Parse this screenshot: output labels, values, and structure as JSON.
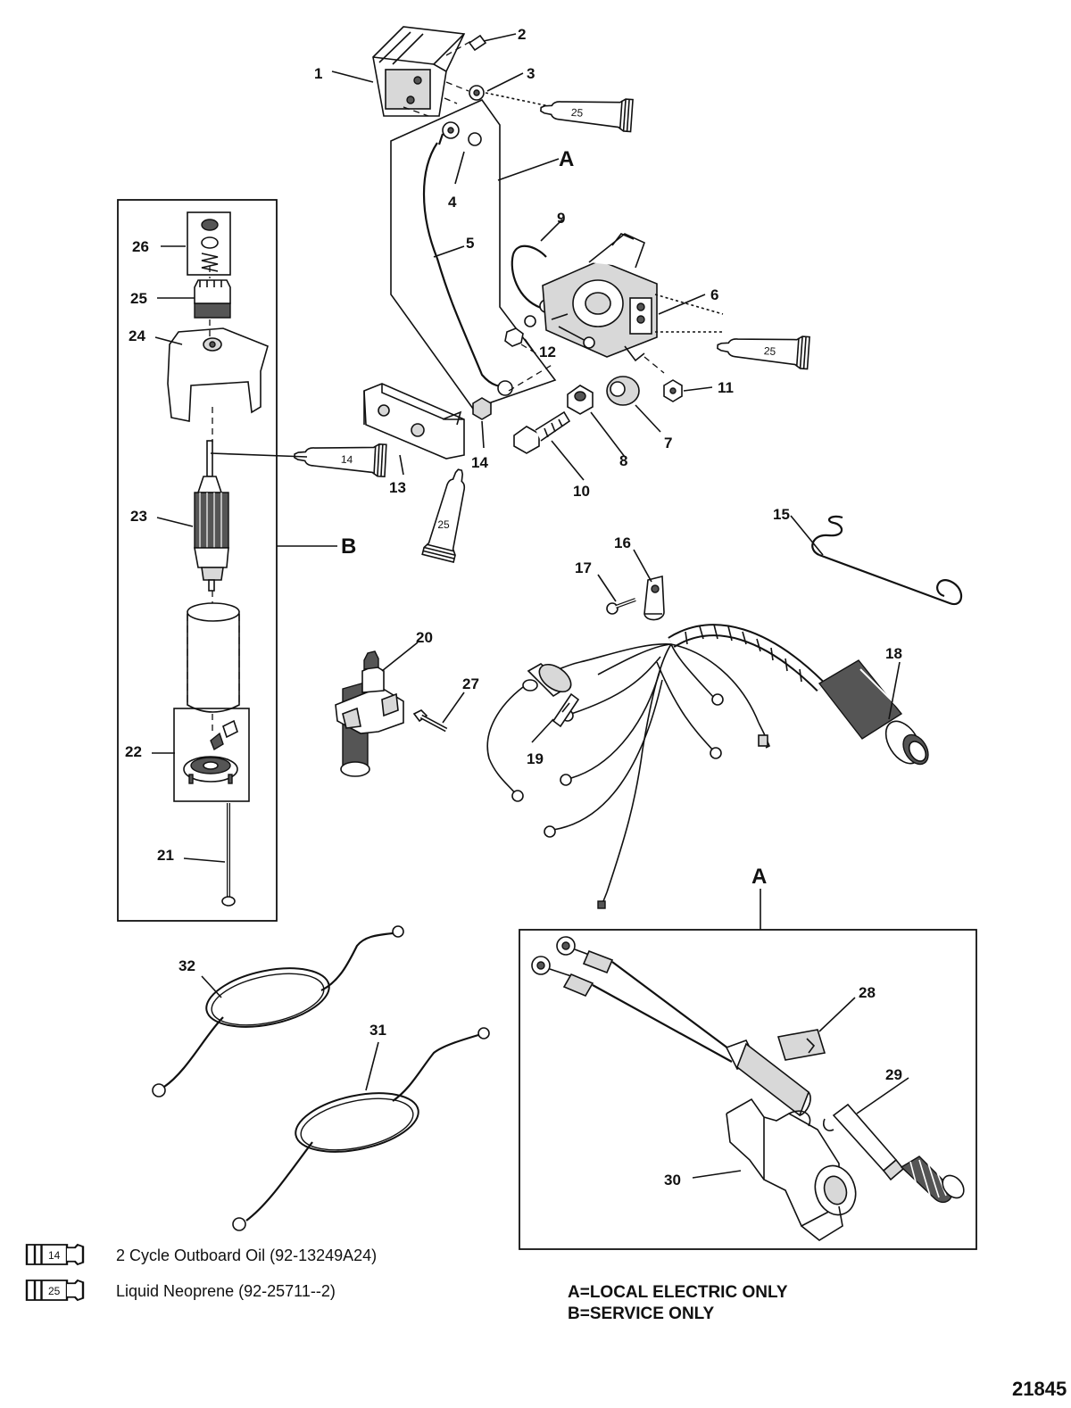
{
  "callouts": {
    "c1": "1",
    "c2": "2",
    "c3": "3",
    "c4": "4",
    "c5": "5",
    "c6": "6",
    "c7": "7",
    "c8": "8",
    "c9": "9",
    "c10": "10",
    "c11": "11",
    "c12": "12",
    "c13": "13",
    "c14": "14",
    "c15": "15",
    "c16": "16",
    "c17": "17",
    "c18": "18",
    "c19": "19",
    "c20": "20",
    "c21": "21",
    "c22": "22",
    "c23": "23",
    "c24": "24",
    "c25": "25",
    "c26": "26",
    "c27": "27",
    "c28": "28",
    "c29": "29",
    "c30": "30",
    "c31": "31",
    "c32": "32"
  },
  "group_labels": {
    "a_top": "A",
    "b_side": "B",
    "a_box": "A"
  },
  "tube_labels": {
    "t1": "25",
    "t2": "25",
    "t3": "14",
    "t4": "25"
  },
  "legend": [
    {
      "code": "14",
      "text": "2 Cycle Outboard Oil (92-13249A24)"
    },
    {
      "code": "25",
      "text": "Liquid Neoprene (92-25711--2)"
    }
  ],
  "notes": [
    "A=LOCAL ELECTRIC ONLY",
    "B=SERVICE ONLY"
  ],
  "figure_id": "21845"
}
